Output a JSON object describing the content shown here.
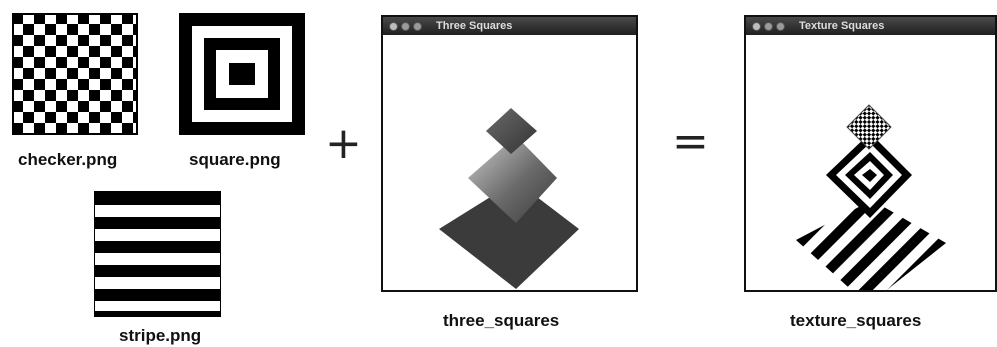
{
  "textures": {
    "checker": {
      "caption": "checker.png"
    },
    "square": {
      "caption": "square.png"
    },
    "stripe": {
      "caption": "stripe.png"
    }
  },
  "operators": {
    "plus": "+",
    "equals": "="
  },
  "window_three": {
    "title": "Three Squares",
    "caption": "three_squares"
  },
  "window_texture": {
    "title": "Texture Squares",
    "caption": "texture_squares"
  },
  "colors": {
    "border": "#111111",
    "titlebar": "#2a2a2a",
    "background": "#ffffff"
  }
}
